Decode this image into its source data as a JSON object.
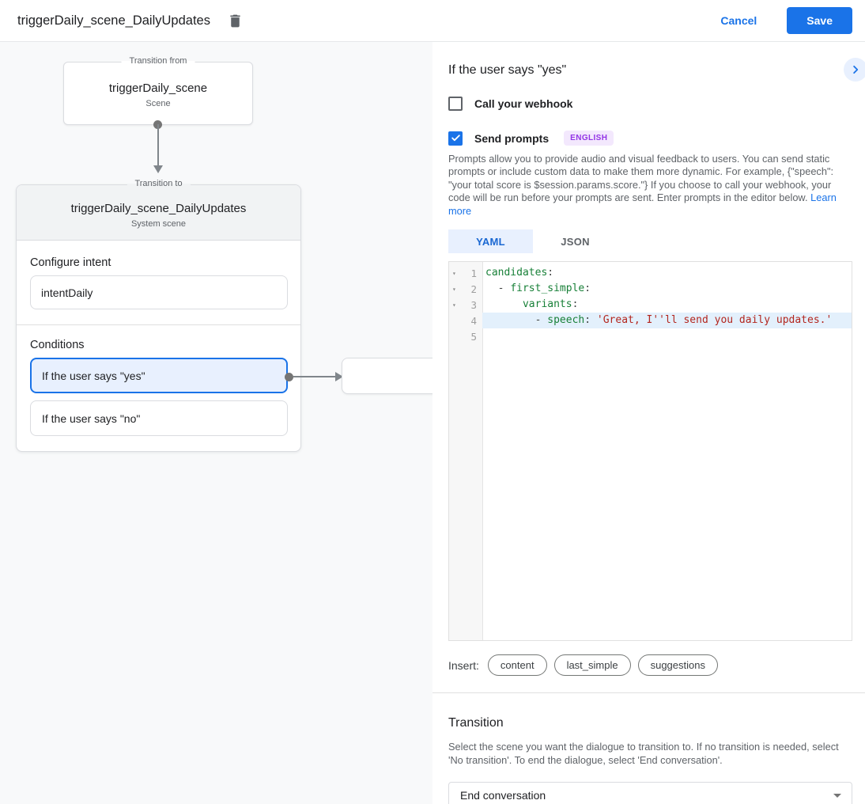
{
  "topbar": {
    "title": "triggerDaily_scene_DailyUpdates",
    "cancel_label": "Cancel",
    "save_label": "Save"
  },
  "diagram": {
    "from_box": {
      "legend": "Transition from",
      "title": "triggerDaily_scene",
      "subtitle": "Scene"
    },
    "to_card": {
      "legend": "Transition to",
      "title": "triggerDaily_scene_DailyUpdates",
      "subtitle": "System scene",
      "intent": {
        "heading": "Configure intent",
        "value": "intentDaily"
      },
      "conditions": {
        "heading": "Conditions",
        "items": [
          {
            "label": "If the user says \"yes\"",
            "selected": true
          },
          {
            "label": "If the user says \"no\"",
            "selected": false
          }
        ]
      }
    }
  },
  "detail": {
    "heading": "If the user says \"yes\"",
    "webhook": {
      "label": "Call your webhook",
      "checked": false
    },
    "prompts": {
      "label": "Send prompts",
      "checked": true,
      "badge": "ENGLISH"
    },
    "description": "Prompts allow you to provide audio and visual feedback to users. You can send static prompts or include custom data to make them more dynamic. For example, {\"speech\": \"your total score is $session.params.score.\"} If you choose to call your webhook, your code will be run before your prompts are sent. Enter prompts in the editor below. ",
    "learn_more": "Learn more",
    "tabs": [
      {
        "label": "YAML",
        "active": true
      },
      {
        "label": "JSON",
        "active": false
      }
    ],
    "editor": {
      "fold_glyph": "▾",
      "line_numbers": [
        "1",
        "2",
        "3",
        "4",
        "5"
      ],
      "lines": [
        {
          "segments": [
            {
              "text": "candidates",
              "type": "key"
            },
            {
              "text": ":",
              "type": "punct"
            }
          ],
          "highlighted": false
        },
        {
          "segments": [
            {
              "text": "  - ",
              "type": "punct"
            },
            {
              "text": "first_simple",
              "type": "key"
            },
            {
              "text": ":",
              "type": "punct"
            }
          ],
          "highlighted": false
        },
        {
          "segments": [
            {
              "text": "      ",
              "type": "punct"
            },
            {
              "text": "variants",
              "type": "key"
            },
            {
              "text": ":",
              "type": "punct"
            }
          ],
          "highlighted": false
        },
        {
          "segments": [
            {
              "text": "        - ",
              "type": "punct"
            },
            {
              "text": "speech",
              "type": "key"
            },
            {
              "text": ": ",
              "type": "punct"
            },
            {
              "text": "'Great, I''ll send you daily updates.'",
              "type": "string"
            }
          ],
          "highlighted": true
        },
        {
          "segments": [],
          "highlighted": false
        }
      ]
    },
    "insert": {
      "label": "Insert:",
      "chips": [
        "content",
        "last_simple",
        "suggestions"
      ]
    },
    "transition": {
      "heading": "Transition",
      "description": "Select the scene you want the dialogue to transition to. If no transition is needed, select 'No transition'. To end the dialogue, select 'End conversation'.",
      "value": "End conversation"
    }
  },
  "colors": {
    "accent_blue": "#1a73e8",
    "selected_fill": "#e8f0fe",
    "tab_active_text": "#1967d2",
    "badge_purple_text": "#9334e6",
    "badge_purple_bg": "#f3e8fd",
    "code_key_green": "#188038",
    "code_string_red": "#b3261e",
    "active_line_bg": "#e3f0fc",
    "canvas_bg": "#f8f9fa"
  }
}
